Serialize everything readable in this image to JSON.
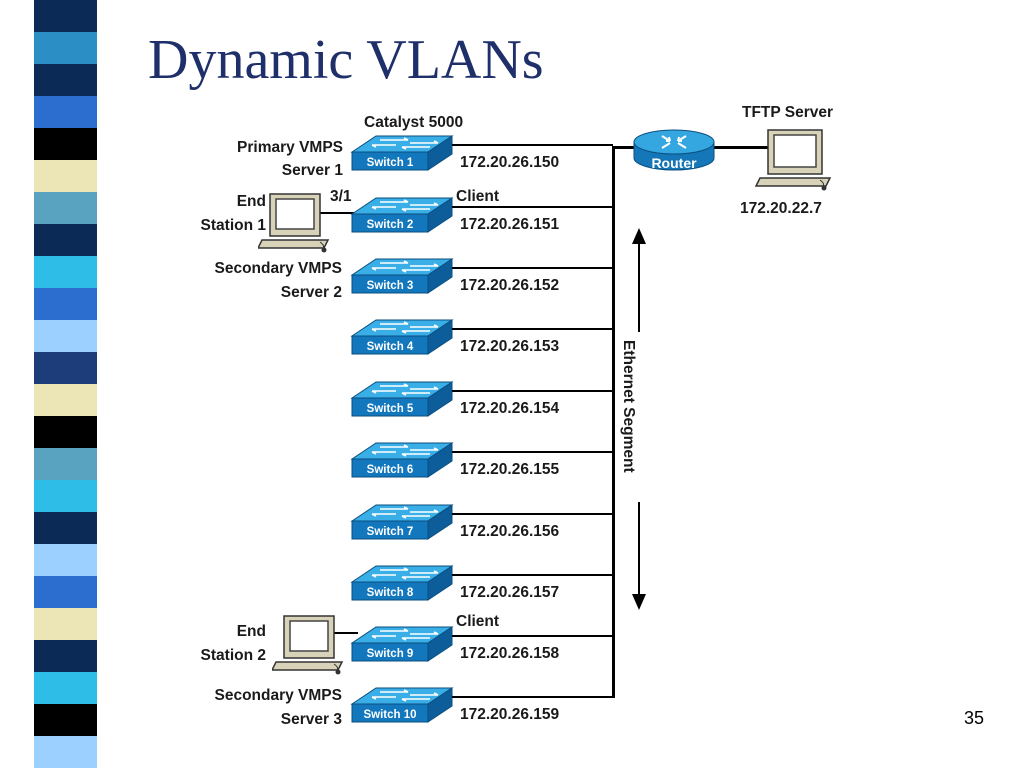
{
  "slide": {
    "title": "Dynamic VLANs",
    "page_number": "35",
    "stripe_colors": [
      "#0b2a55",
      "#2b8ec4",
      "#0b2a55",
      "#2b6ed0",
      "#000000",
      "#ece6b6",
      "#5aa3c0",
      "#0b2a55",
      "#2dbde6",
      "#2b6ed0",
      "#9bd0ff",
      "#1c3c7a",
      "#ece6b6",
      "#000000",
      "#5aa3c0",
      "#2dbde6",
      "#0b2a55",
      "#9bd0ff",
      "#2b6ed0",
      "#ece6b6",
      "#0b2a55",
      "#2dbde6",
      "#000000",
      "#9bd0ff"
    ]
  },
  "diagram": {
    "catalyst_label": "Catalyst 5000",
    "primary_vmps_label": "Primary VMPS",
    "server1_label": "Server 1",
    "port_label": "3/1",
    "client1_label": "Client",
    "end_label_1": "End",
    "station1_label": "Station 1",
    "secondary_vmps_1": "Secondary VMPS",
    "server2_label": "Server 2",
    "client2_label": "Client",
    "end_label_2": "End",
    "station2_label": "Station 2",
    "secondary_vmps_2": "Secondary VMPS",
    "server3_label": "Server 3",
    "router_label": "Router",
    "tftp_label": "TFTP Server",
    "tftp_ip": "172.20.22.7",
    "ethernet_label": "Ethernet Segment",
    "switches": [
      {
        "name": "Switch 1",
        "ip": "172.20.26.150"
      },
      {
        "name": "Switch 2",
        "ip": "172.20.26.151"
      },
      {
        "name": "Switch 3",
        "ip": "172.20.26.152"
      },
      {
        "name": "Switch 4",
        "ip": "172.20.26.153"
      },
      {
        "name": "Switch 5",
        "ip": "172.20.26.154"
      },
      {
        "name": "Switch 6",
        "ip": "172.20.26.155"
      },
      {
        "name": "Switch 7",
        "ip": "172.20.26.156"
      },
      {
        "name": "Switch 8",
        "ip": "172.20.26.157"
      },
      {
        "name": "Switch 9",
        "ip": "172.20.26.158"
      },
      {
        "name": "Switch 10",
        "ip": "172.20.26.159"
      }
    ]
  }
}
